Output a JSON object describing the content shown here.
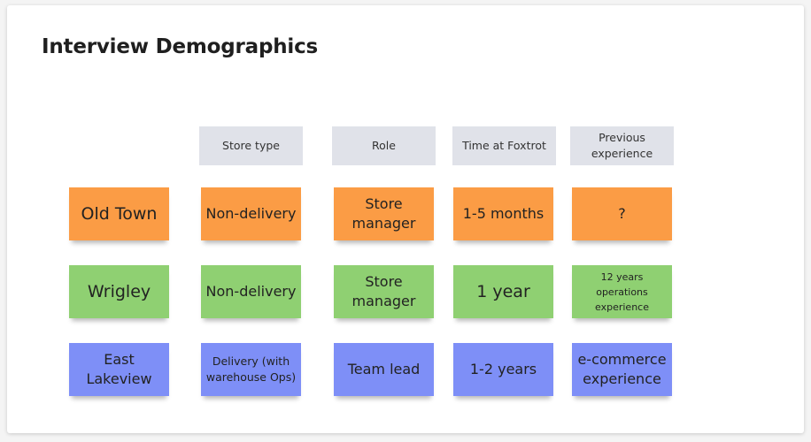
{
  "title": "Interview Demographics",
  "headers": [
    "Store type",
    "Role",
    "Time at Foxtrot",
    "Previous experience"
  ],
  "rows": [
    {
      "color": "#fb9c45",
      "location": "Old Town",
      "store_type": "Non-delivery",
      "role": "Store manager",
      "time": "1-5 months",
      "experience": "?"
    },
    {
      "color": "#8fd072",
      "location": "Wrigley",
      "store_type": "Non-delivery",
      "role": "Store manager",
      "time": "1 year",
      "experience": "12 years operations experience"
    },
    {
      "color": "#7e8ff7",
      "location": "East Lakeview",
      "store_type": "Delivery (with warehouse Ops)",
      "role": "Team lead",
      "time": "1-2 years",
      "experience": "e-commerce experience"
    }
  ]
}
